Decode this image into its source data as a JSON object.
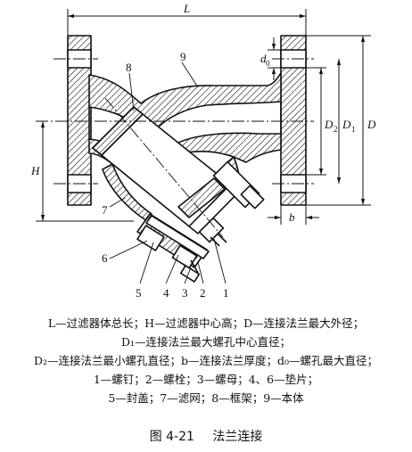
{
  "drawing": {
    "dims": {
      "L": "L",
      "H": "H",
      "D": "D",
      "D1": "D",
      "D1_sub": "1",
      "D2": "D",
      "D2_sub": "2",
      "d0": "d",
      "d0_sub": "0",
      "b": "b"
    },
    "parts": [
      "1",
      "2",
      "3",
      "4",
      "5",
      "6",
      "7",
      "8",
      "9"
    ]
  },
  "legend": [
    "L—过滤器体总长；H—过滤器中心高；D—连接法兰最大外径；",
    "D₁—连接法兰最大螺孔中心直径；",
    "D₂—连接法兰最小螺孔直径；b—连接法兰厚度；d₀—螺孔最大直径；",
    "1—螺钉；2—螺栓；3—螺母；4、6—垫片；",
    "5—封盖；7—滤网；8—框架；9—本体"
  ],
  "caption": {
    "number": "图 4-21",
    "title": "法兰连接"
  }
}
